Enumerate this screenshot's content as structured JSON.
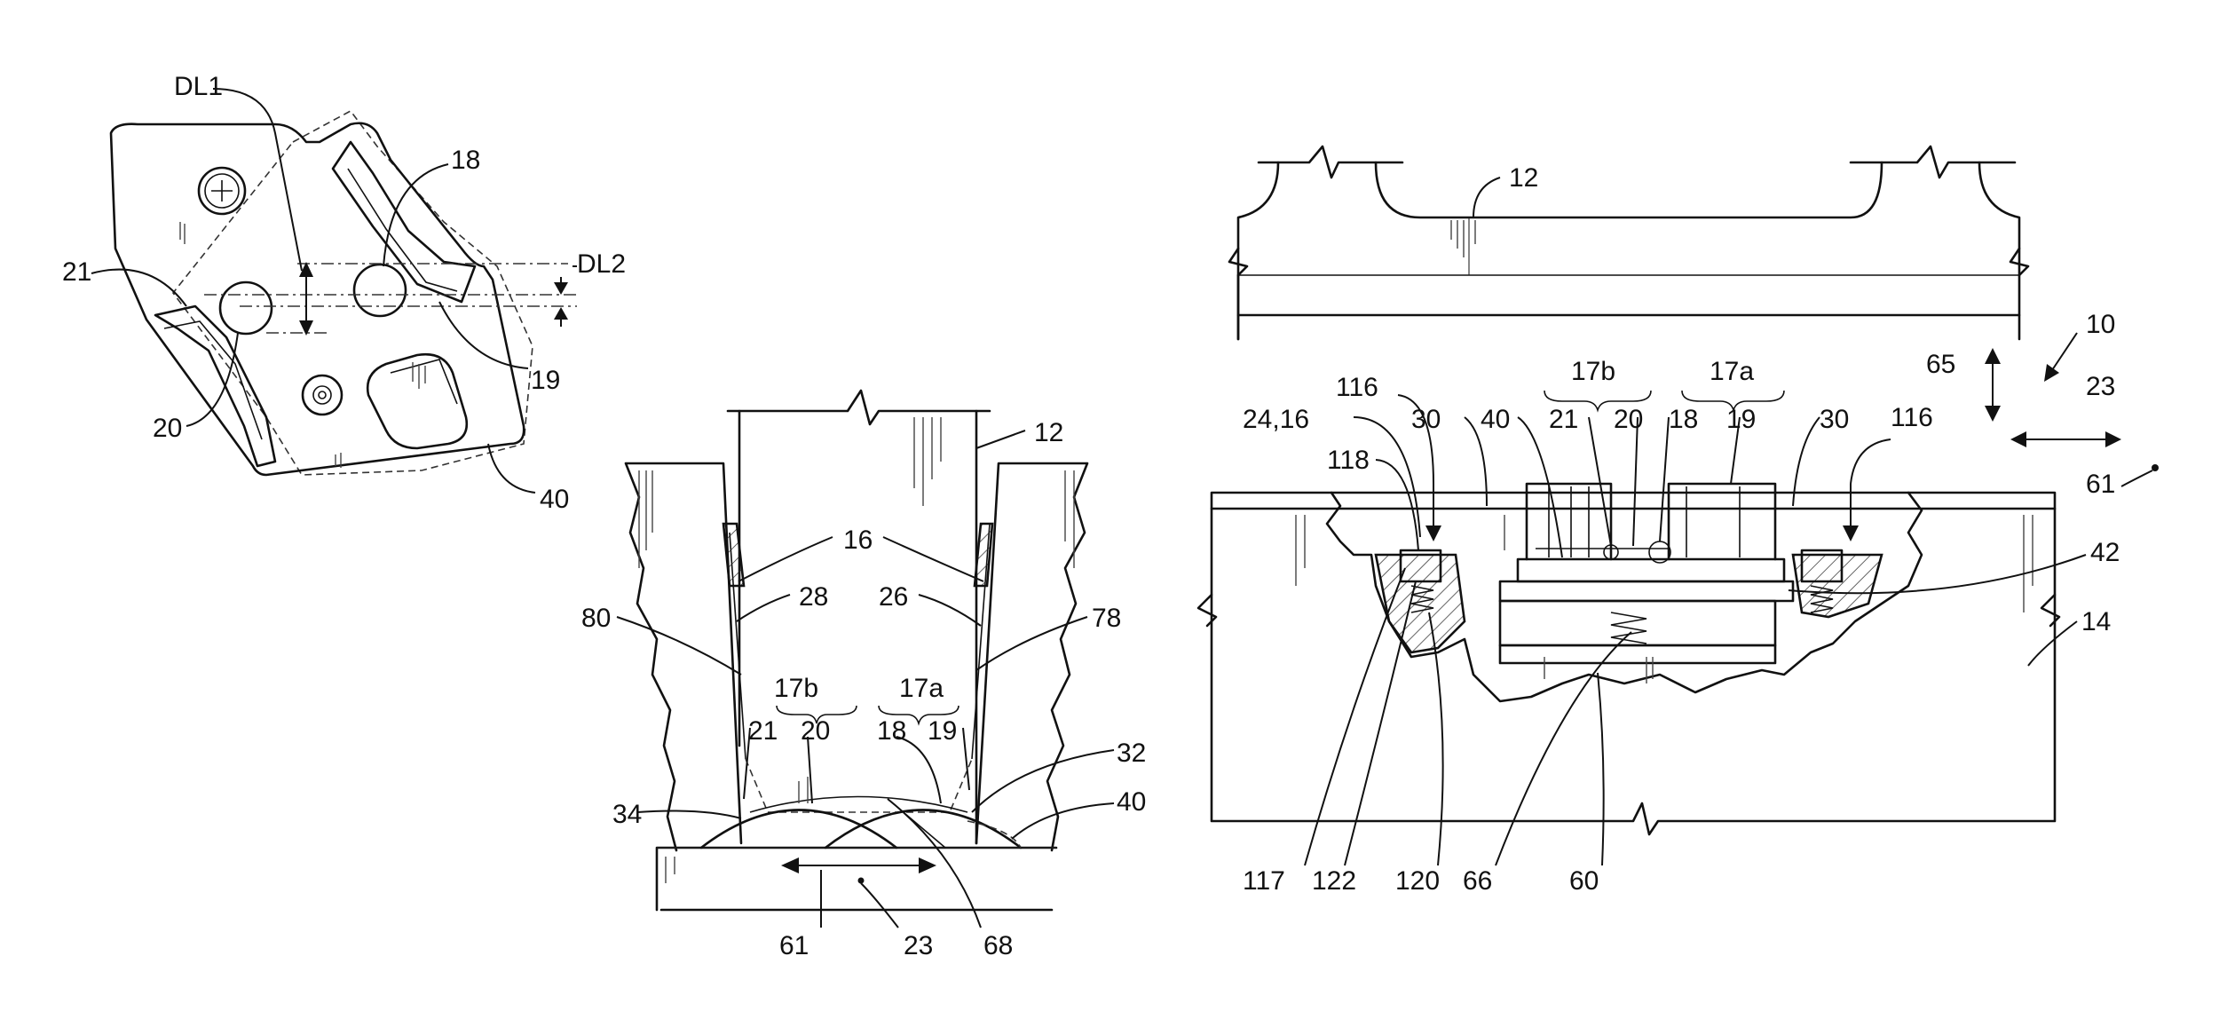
{
  "figure_left": {
    "labels": {
      "dl1": "DL1",
      "dl2": "DL2",
      "n18": "18",
      "n21": "21",
      "n19": "19",
      "n20": "20",
      "n40": "40"
    }
  },
  "figure_middle": {
    "labels": {
      "n12": "12",
      "n16": "16",
      "n28": "28",
      "n26": "26",
      "n80": "80",
      "n78": "78",
      "n17b": "17b",
      "n17a": "17a",
      "n21": "21",
      "n20": "20",
      "n18": "18",
      "n19": "19",
      "n32": "32",
      "n34": "34",
      "n40": "40",
      "n61": "61",
      "n23": "23",
      "n68": "68"
    }
  },
  "figure_right": {
    "labels": {
      "n12": "12",
      "n10": "10",
      "n65": "65",
      "n23": "23",
      "n61": "61",
      "n17b": "17b",
      "n17a": "17a",
      "n116a": "116",
      "n116b": "116",
      "n2416": "24,16",
      "n30a": "30",
      "n40": "40",
      "n21": "21",
      "n20": "20",
      "n18": "18",
      "n19": "19",
      "n30b": "30",
      "n118": "118",
      "n42": "42",
      "n14": "14",
      "n117": "117",
      "n122": "122",
      "n120": "120",
      "n66": "66",
      "n60": "60"
    }
  }
}
